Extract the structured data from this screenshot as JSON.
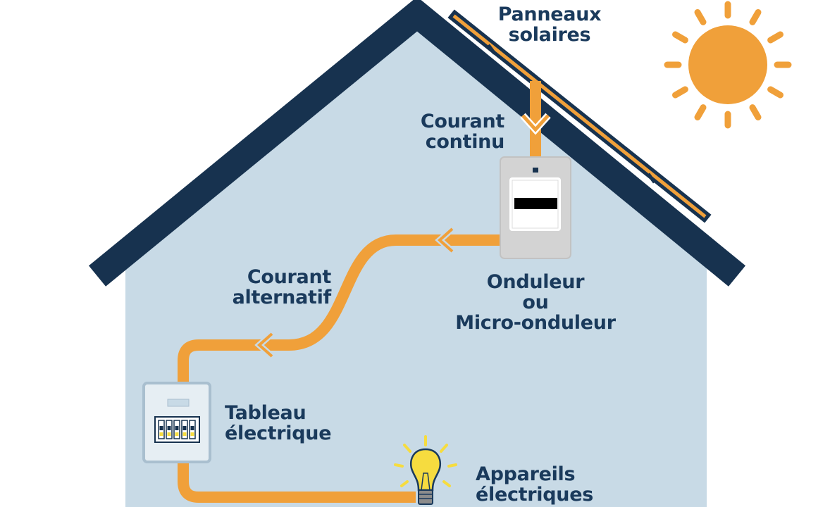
{
  "labels": {
    "solar_panels": [
      "Panneaux",
      "solaires"
    ],
    "direct_current": [
      "Courant",
      "continu"
    ],
    "inverter": [
      "Onduleur",
      "ou",
      "Micro-onduleur"
    ],
    "alternating_current": [
      "Courant",
      "alternatif"
    ],
    "panel_board": [
      "Tableau",
      "électrique"
    ],
    "appliances": [
      "Appareils",
      "électriques"
    ]
  },
  "colors": {
    "house_wall": "#c8dae6",
    "roof": "#17324f",
    "text": "#1a3a5c",
    "current": "#f0a03a",
    "sun": "#f0a03a",
    "inverter_body": "#d3d3d3",
    "board_body": "#e6eef3",
    "bulb": "#f6dc3f"
  }
}
